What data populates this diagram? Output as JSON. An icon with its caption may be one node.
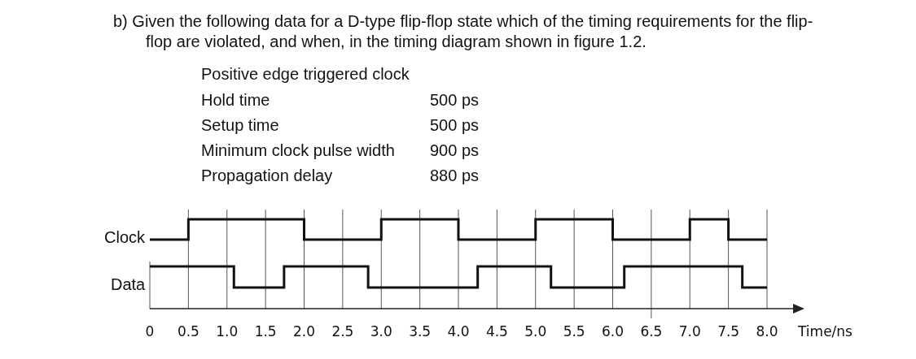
{
  "diagram": {
    "title": "b) Given the following data for a D-type flip-flop state which of the timing requirements for the flip-flop are violated, and when, in the timing diagram shown in figure 1.2.",
    "labels": [
      "Positive edge triggered clock",
      "Hold time",
      "500 ps",
      "Setup time",
      "500 ps",
      "Minimum clock pulse width",
      "900 ps",
      "Propagation delay",
      "880 ps",
      "Clock",
      "Data",
      "0",
      "0.5",
      "1.0",
      "1.5",
      "2.0",
      "2.5",
      "3.0",
      "3.5",
      "4.0",
      "4.5",
      "5.0",
      "5.5",
      "6.0",
      "6.5",
      "7.0",
      "7.5",
      "8.0",
      "Time/ns"
    ]
  }
}
